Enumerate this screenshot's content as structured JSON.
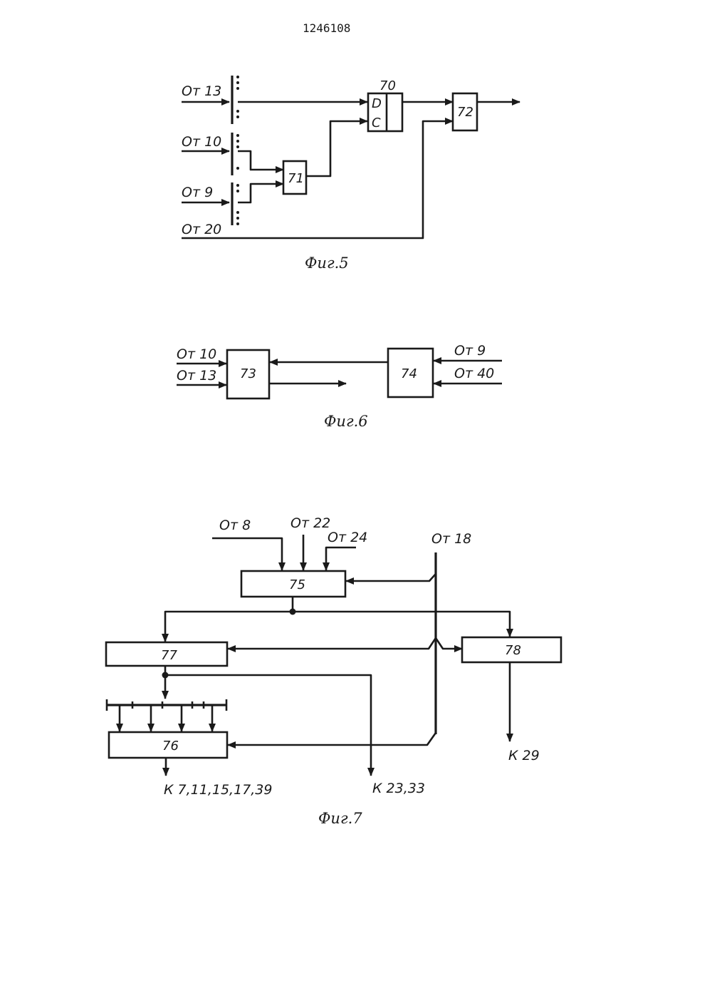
{
  "page_number": "1246108",
  "fig5": {
    "caption": "Фиг.5",
    "inputs": [
      "От 13",
      "От 10",
      "От 9",
      "От 20"
    ],
    "blocks": {
      "b70": "70",
      "b70_d": "D",
      "b70_c": "C",
      "b71": "71",
      "b72": "72"
    }
  },
  "fig6": {
    "caption": "Фиг.6",
    "inputs_left": [
      "От 10",
      "От 13"
    ],
    "inputs_right": [
      "От 9",
      "От 40"
    ],
    "blocks": {
      "b73": "73",
      "b74": "74"
    }
  },
  "fig7": {
    "caption": "Фиг.7",
    "inputs": [
      "От 8",
      "От 22",
      "От 24",
      "От 18"
    ],
    "blocks": {
      "b75": "75",
      "b76": "76",
      "b77": "77",
      "b78": "78"
    },
    "outputs": [
      "К 7,11,15,17,39",
      "К 23,33",
      "К 29"
    ]
  }
}
